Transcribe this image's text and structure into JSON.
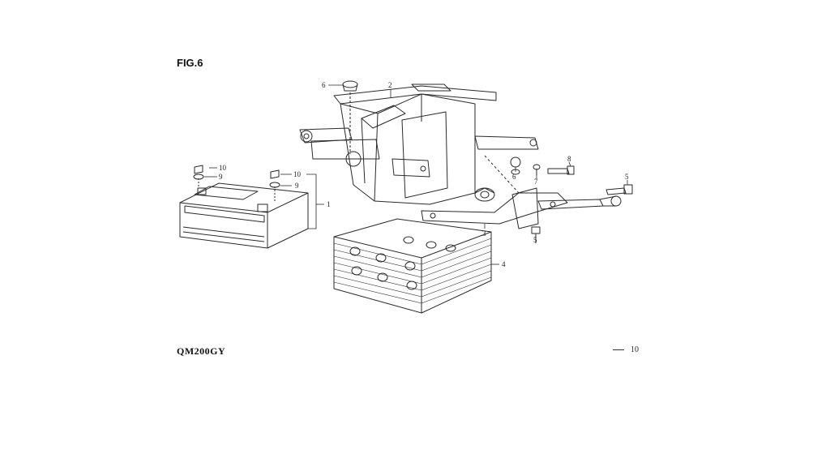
{
  "figure": {
    "title": "FIG.6"
  },
  "footer": {
    "model": "QM200GY",
    "page_number": "10"
  },
  "callouts": {
    "c1": "1",
    "c2": "2",
    "c3": "3",
    "c4": "4",
    "c5a": "5",
    "c5b": "5",
    "c6a": "6",
    "c6b": "6",
    "c7": "7",
    "c8": "8",
    "c9a": "9",
    "c9b": "9",
    "c10a": "10",
    "c10b": "10"
  }
}
